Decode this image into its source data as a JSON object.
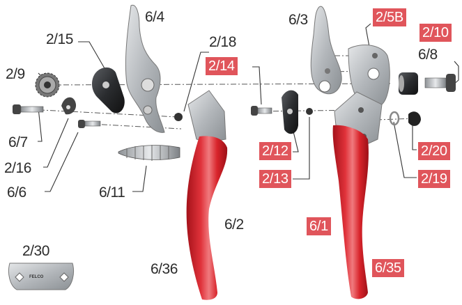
{
  "diagram": {
    "colors": {
      "accent": "#e0555b",
      "handle": "#d8242b",
      "metal": "#b9bdc1",
      "line": "#333333"
    },
    "labels": {
      "l_6_4": "6/4",
      "l_6_3": "6/3",
      "l_2_15": "2/15",
      "l_2_18": "2/18",
      "l_2_9": "2/9",
      "l_6_8": "6/8",
      "l_6_7": "6/7",
      "l_2_16": "2/16",
      "l_6_6": "6/6",
      "l_6_11": "6/11",
      "l_6_2": "6/2",
      "l_2_30": "2/30",
      "l_6_36": "6/36"
    },
    "highlighted": {
      "h_2_5b": "2/5B",
      "h_2_10": "2/10",
      "h_2_14": "2/14",
      "h_2_12": "2/12",
      "h_2_20": "2/20",
      "h_2_13": "2/13",
      "h_2_19": "2/19",
      "h_6_1": "6/1",
      "h_6_35": "6/35"
    },
    "wrench_brand": "FELCO"
  }
}
